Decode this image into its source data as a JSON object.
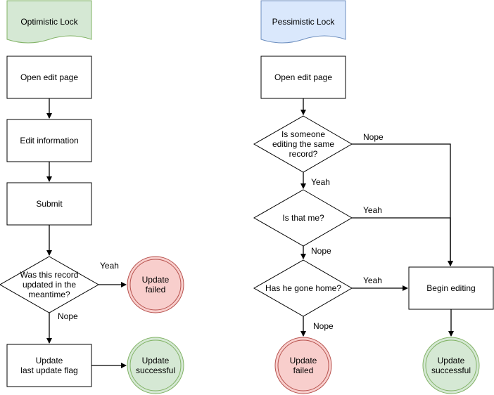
{
  "colors": {
    "optimistic_header_fill": "#d5e8d4",
    "optimistic_header_stroke": "#82b366",
    "pessimistic_header_fill": "#dae8fc",
    "pessimistic_header_stroke": "#6c8ebf",
    "failed_fill": "#f8cecc",
    "failed_stroke": "#b85450",
    "success_fill": "#d5e8d4",
    "success_stroke": "#82b366"
  },
  "optimistic": {
    "title": "Optimistic Lock",
    "open_edit_page": "Open edit page",
    "edit_information": "Edit information",
    "submit": "Submit",
    "decision": [
      "Was this record",
      "updated in the",
      "meantime?"
    ],
    "yes_label": "Yeah",
    "no_label": "Nope",
    "failed": [
      "Update",
      "failed"
    ],
    "update_flag": [
      "Update",
      "last update flag"
    ],
    "success": [
      "Update",
      "successful"
    ]
  },
  "pessimistic": {
    "title": "Pessimistic Lock",
    "open_edit_page": "Open edit page",
    "decision_someone": [
      "Is someone",
      "editing the same",
      "record?"
    ],
    "someone_no_label": "Nope",
    "someone_yes_label": "Yeah",
    "decision_me": "Is that me?",
    "me_yes_label": "Yeah",
    "me_no_label": "Nope",
    "decision_home": "Has he gone home?",
    "home_yes_label": "Yeah",
    "home_no_label": "Nope",
    "begin_editing": "Begin editing",
    "failed": [
      "Update",
      "failed"
    ],
    "success": [
      "Update",
      "successful"
    ]
  }
}
